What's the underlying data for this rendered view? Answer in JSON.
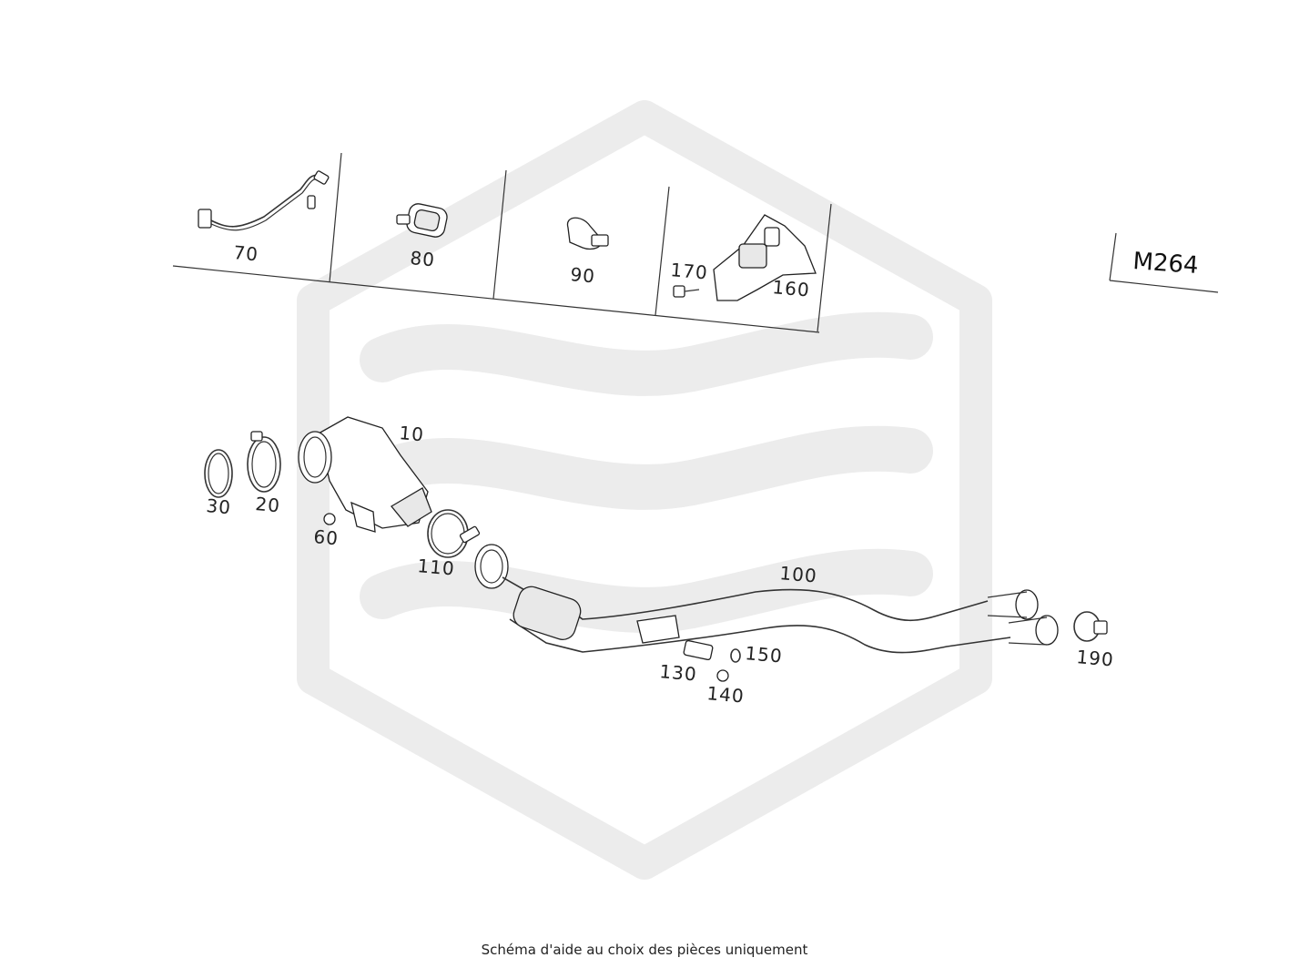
{
  "model_code": "M264",
  "caption": "Schéma d'aide au choix des pièces uniquement",
  "callouts": {
    "p10": "10",
    "p20": "20",
    "p30": "30",
    "p60": "60",
    "p70": "70",
    "p80": "80",
    "p90": "90",
    "p100": "100",
    "p110": "110",
    "p130": "130",
    "p140": "140",
    "p150": "150",
    "p160": "160",
    "p170": "170",
    "p190": "190"
  },
  "colors": {
    "watermark": "#ececec",
    "lines": "#222222",
    "background": "#ffffff"
  }
}
